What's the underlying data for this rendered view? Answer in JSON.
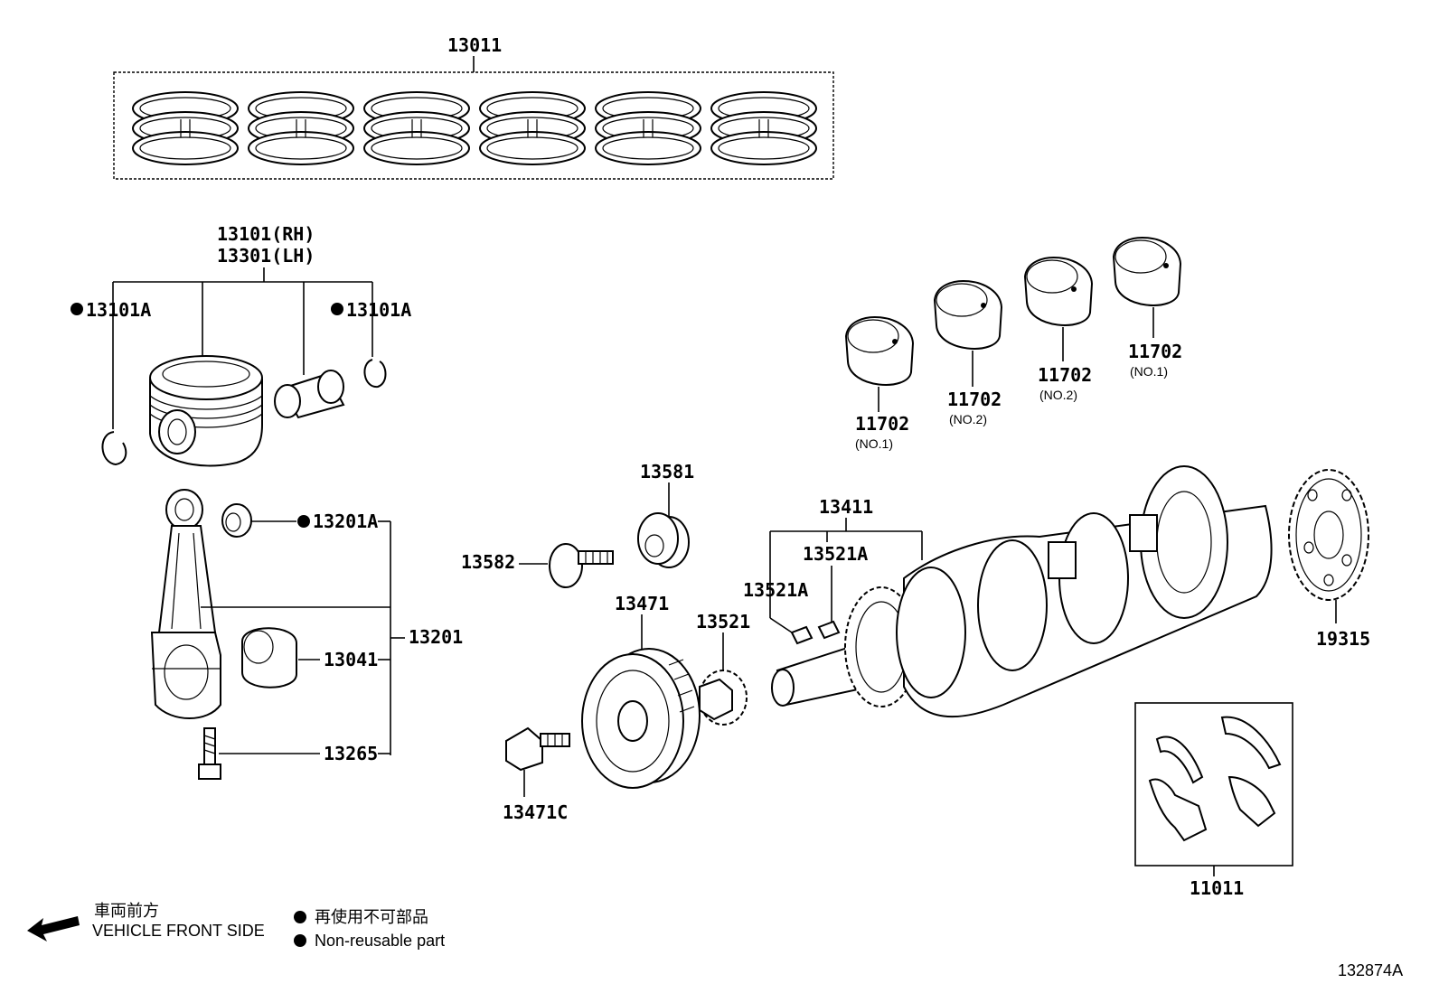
{
  "labels": {
    "ring_set": "13011",
    "piston_rh": "13101(RH)",
    "piston_lh": "13301(LH)",
    "snap_ring_left": "13101A",
    "snap_ring_right": "13101A",
    "rod_bushing": "13201A",
    "rod_assy": "13201",
    "rod_bearing": "13041",
    "rod_bolt": "13265",
    "washer": "13581",
    "bolt_13582": "13582",
    "pulley": "13471",
    "pulley_bolt": "13471C",
    "crank_gear": "13521",
    "crankshaft": "13411",
    "key_a": "13521A",
    "key_b": "13521A",
    "timing_rotor": "19315",
    "thrust_washer": "11011",
    "bearing_1a": "11702",
    "bearing_1a_sub": "(NO.1)",
    "bearing_2a": "11702",
    "bearing_2a_sub": "(NO.2)",
    "bearing_2b": "11702",
    "bearing_2b_sub": "(NO.2)",
    "bearing_1b": "11702",
    "bearing_1b_sub": "(NO.1)"
  },
  "legend": {
    "front_jp": "車両前方",
    "front_en": "VEHICLE FRONT SIDE",
    "nonreuse_jp": "再使用不可部品",
    "nonreuse_en": "Non-reusable part"
  },
  "figure_id": "132874A"
}
